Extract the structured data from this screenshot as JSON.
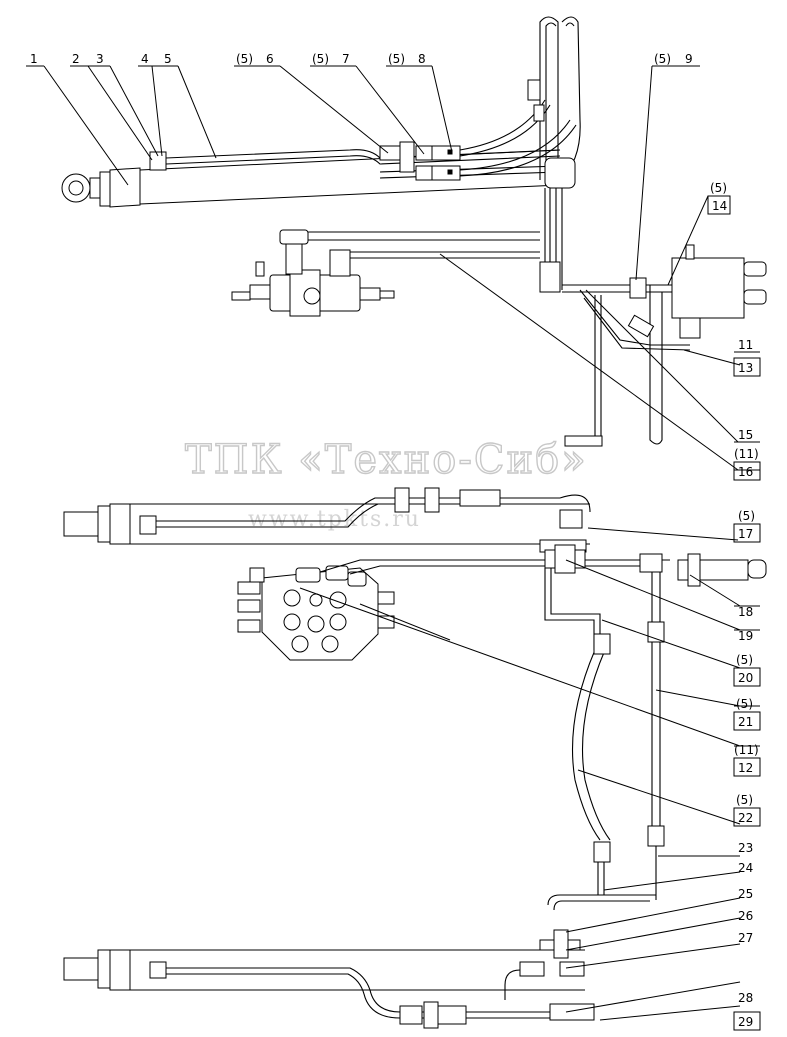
{
  "watermark": {
    "title": "ТПК «Техно-Сиб»",
    "url": "www.tpkts.ru"
  },
  "callouts_top": [
    {
      "id": "c1",
      "label": "1"
    },
    {
      "id": "c2",
      "label": "2"
    },
    {
      "id": "c3",
      "label": "3"
    },
    {
      "id": "c4",
      "label": "4"
    },
    {
      "id": "c5",
      "label": "5"
    },
    {
      "id": "c6a",
      "label": "(5)"
    },
    {
      "id": "c6",
      "label": "6"
    },
    {
      "id": "c7a",
      "label": "(5)"
    },
    {
      "id": "c7",
      "label": "7"
    },
    {
      "id": "c8a",
      "label": "(5)"
    },
    {
      "id": "c8",
      "label": "8"
    },
    {
      "id": "c9a",
      "label": "(5)"
    },
    {
      "id": "c9",
      "label": "9"
    }
  ],
  "callouts_right": [
    {
      "id": "r14a",
      "label": "(5)"
    },
    {
      "id": "r14",
      "label": "14"
    },
    {
      "id": "r11",
      "label": "11"
    },
    {
      "id": "r13",
      "label": "13"
    },
    {
      "id": "r15",
      "label": "15"
    },
    {
      "id": "r16a",
      "label": "(11)"
    },
    {
      "id": "r16",
      "label": "16"
    },
    {
      "id": "r17a",
      "label": "(5)"
    },
    {
      "id": "r17",
      "label": "17"
    },
    {
      "id": "r18",
      "label": "18"
    },
    {
      "id": "r19",
      "label": "19"
    },
    {
      "id": "r20a",
      "label": "(5)"
    },
    {
      "id": "r20",
      "label": "20"
    },
    {
      "id": "r21a",
      "label": "(5)"
    },
    {
      "id": "r21",
      "label": "21"
    },
    {
      "id": "r12a",
      "label": "(11)"
    },
    {
      "id": "r12",
      "label": "12"
    },
    {
      "id": "r22a",
      "label": "(5)"
    },
    {
      "id": "r22",
      "label": "22"
    },
    {
      "id": "r23",
      "label": "23"
    },
    {
      "id": "r24",
      "label": "24"
    },
    {
      "id": "r25",
      "label": "25"
    },
    {
      "id": "r26",
      "label": "26"
    },
    {
      "id": "r27",
      "label": "27"
    },
    {
      "id": "r28",
      "label": "28"
    },
    {
      "id": "r29",
      "label": "29"
    }
  ]
}
